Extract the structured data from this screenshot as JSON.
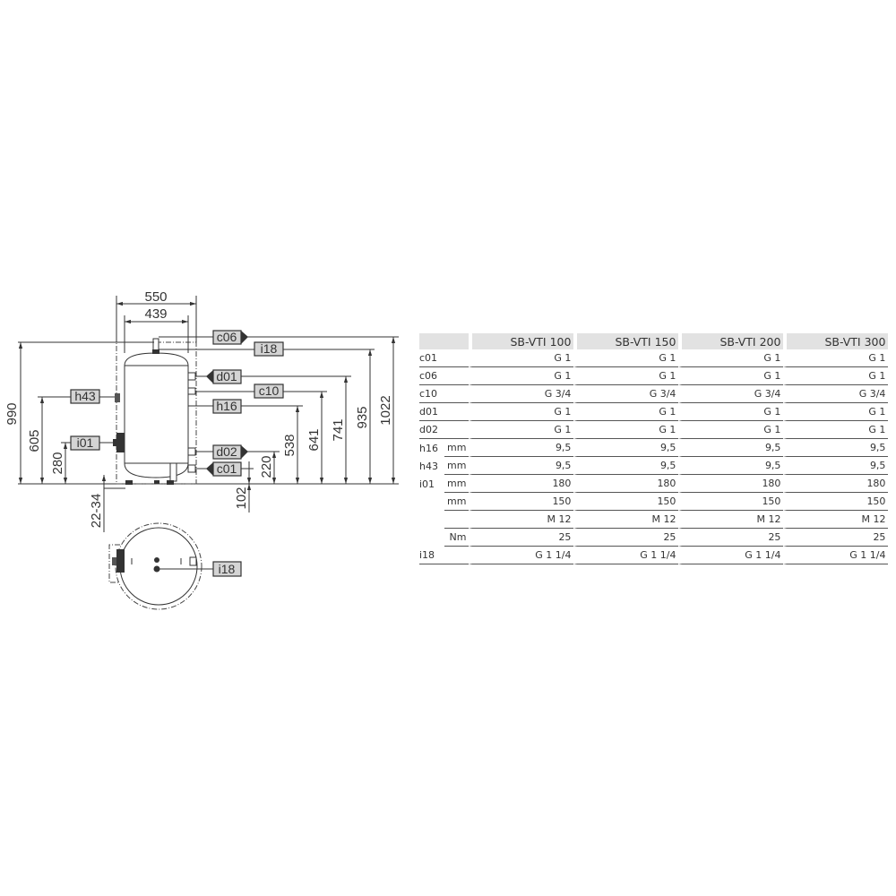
{
  "drawing": {
    "dims_horizontal": {
      "outer_width": "550",
      "inner_width": "439"
    },
    "dims_left": {
      "total_height": "990",
      "h43_height": "605",
      "i01_height": "280",
      "feet": "22-34"
    },
    "dims_right": {
      "d02_height": "220",
      "c01_height": "102",
      "h16_height": "538",
      "c10_height": "641",
      "d01_height": "741",
      "i18_height": "935",
      "c06_height": "1022"
    },
    "tags": {
      "c06": "c06",
      "i18": "i18",
      "d01": "d01",
      "c10": "c10",
      "h16": "h16",
      "h43": "h43",
      "i01": "i01",
      "d02": "d02",
      "c01": "c01",
      "i18_top": "i18"
    }
  },
  "table": {
    "columns": [
      "SB-VTI 100",
      "SB-VTI 150",
      "SB-VTI 200",
      "SB-VTI 300"
    ],
    "rows": [
      {
        "code": "c01",
        "unit": "",
        "values": [
          "G 1",
          "G 1",
          "G 1",
          "G 1"
        ]
      },
      {
        "code": "c06",
        "unit": "",
        "values": [
          "G 1",
          "G 1",
          "G 1",
          "G 1"
        ]
      },
      {
        "code": "c10",
        "unit": "",
        "values": [
          "G 3/4",
          "G 3/4",
          "G 3/4",
          "G 3/4"
        ]
      },
      {
        "code": "d01",
        "unit": "",
        "values": [
          "G 1",
          "G 1",
          "G 1",
          "G 1"
        ]
      },
      {
        "code": "d02",
        "unit": "",
        "values": [
          "G 1",
          "G 1",
          "G 1",
          "G 1"
        ]
      },
      {
        "code": "h16",
        "unit": "mm",
        "values": [
          "9,5",
          "9,5",
          "9,5",
          "9,5"
        ]
      },
      {
        "code": "h43",
        "unit": "mm",
        "values": [
          "9,5",
          "9,5",
          "9,5",
          "9,5"
        ]
      },
      {
        "code": "i01",
        "unit": "mm",
        "values": [
          "180",
          "180",
          "180",
          "180"
        ]
      },
      {
        "code": "",
        "unit": "mm",
        "values": [
          "150",
          "150",
          "150",
          "150"
        ]
      },
      {
        "code": "",
        "unit": "",
        "values": [
          "M 12",
          "M 12",
          "M 12",
          "M 12"
        ]
      },
      {
        "code": "",
        "unit": "Nm",
        "values": [
          "25",
          "25",
          "25",
          "25"
        ]
      },
      {
        "code": "i18",
        "unit": "",
        "values": [
          "G 1 1/4",
          "G 1 1/4",
          "G 1 1/4",
          "G 1 1/4"
        ]
      }
    ]
  }
}
